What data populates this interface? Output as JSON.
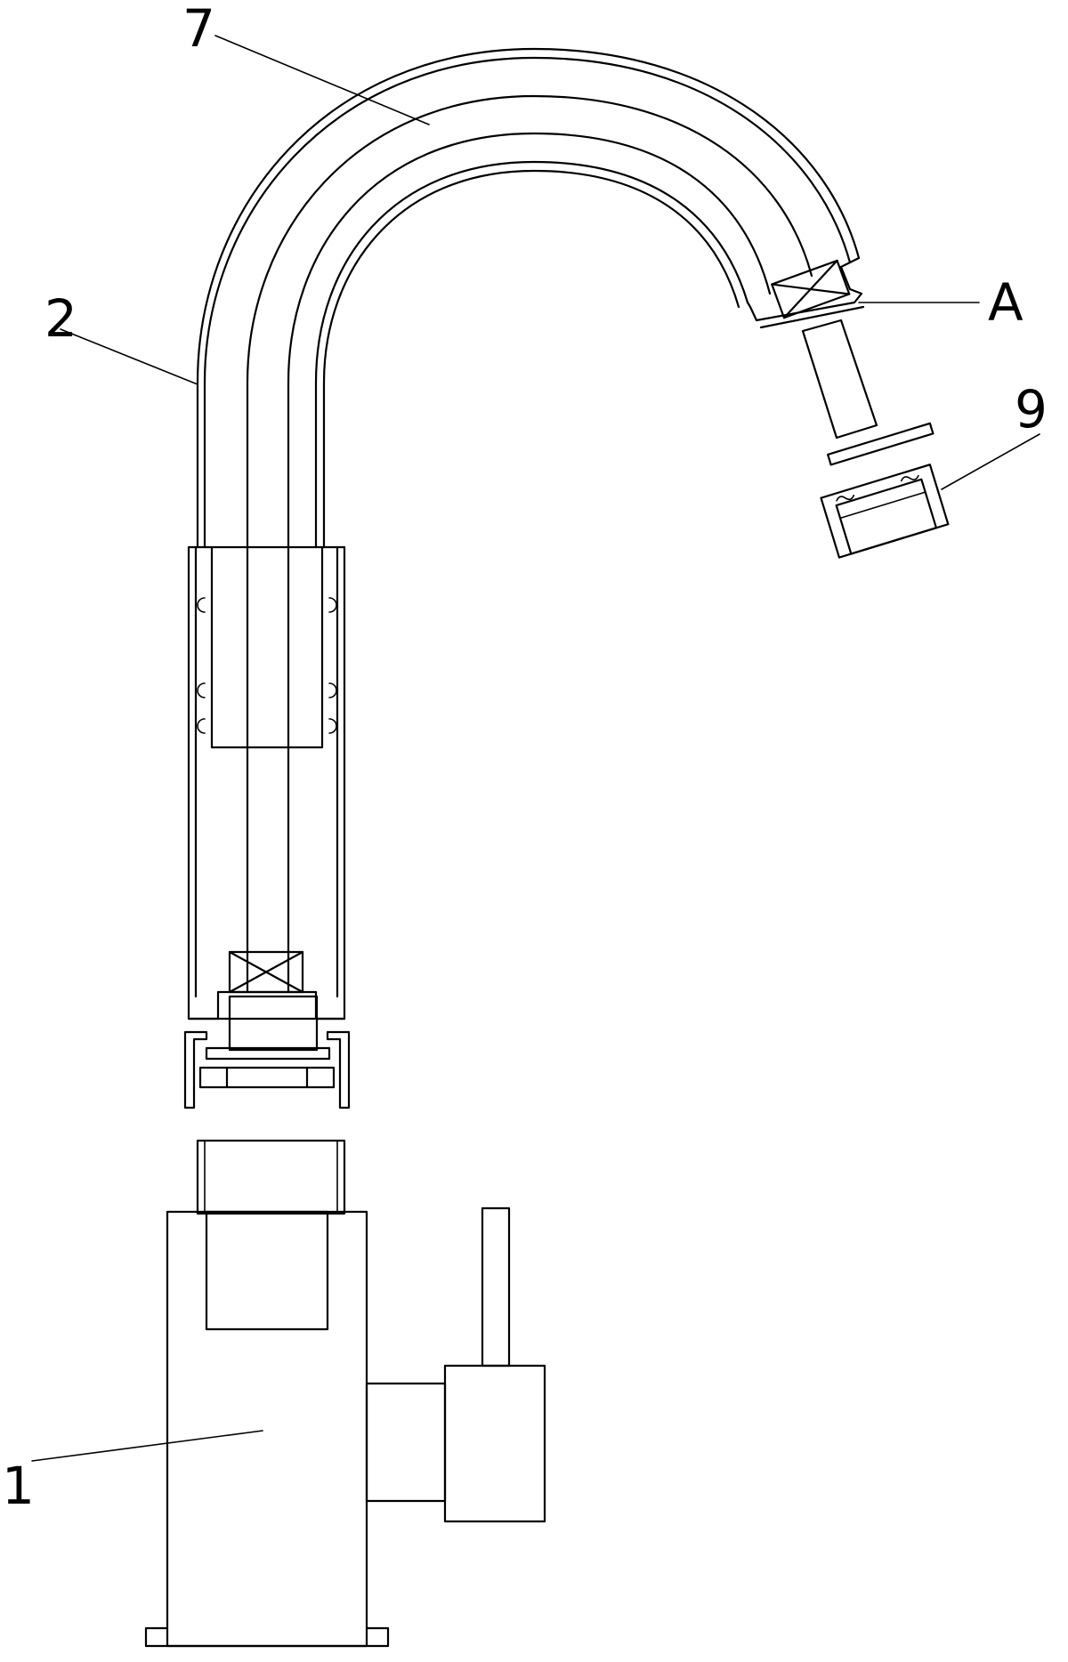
{
  "figure": {
    "callouts": [
      {
        "id": "label-1",
        "text": "1"
      },
      {
        "id": "label-2",
        "text": "2"
      },
      {
        "id": "label-7",
        "text": "7"
      },
      {
        "id": "label-9",
        "text": "9"
      },
      {
        "id": "label-A",
        "text": "A"
      }
    ]
  }
}
